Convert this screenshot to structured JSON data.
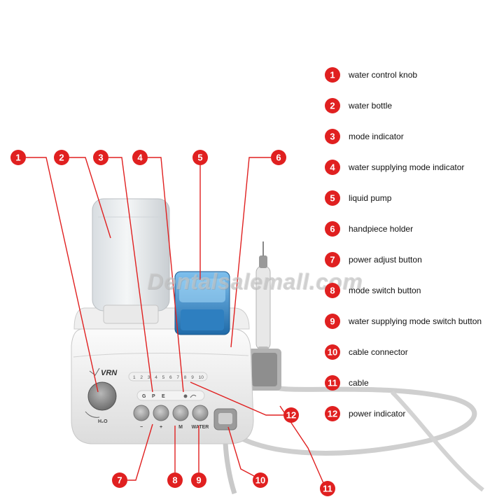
{
  "legend": {
    "items": [
      {
        "number": "1",
        "label": "water control knob"
      },
      {
        "number": "2",
        "label": "water bottle"
      },
      {
        "number": "3",
        "label": "mode indicator"
      },
      {
        "number": "4",
        "label": "water supplying mode indicator"
      },
      {
        "number": "5",
        "label": "liquid pump"
      },
      {
        "number": "6",
        "label": "handpiece holder"
      },
      {
        "number": "7",
        "label": "power adjust button"
      },
      {
        "number": "8",
        "label": "mode switch button"
      },
      {
        "number": "9",
        "label": "water supplying mode switch button"
      },
      {
        "number": "10",
        "label": "cable connector"
      },
      {
        "number": "11",
        "label": "cable"
      },
      {
        "number": "12",
        "label": "power indicator"
      }
    ]
  },
  "device": {
    "brand": "VRN",
    "knob_label": "H₂O",
    "power_scale": [
      "1",
      "2",
      "3",
      "4",
      "5",
      "6",
      "7",
      "8",
      "9",
      "10"
    ],
    "mode_letters": [
      "G",
      "P",
      "E"
    ],
    "button_labels": [
      "−",
      "+",
      "M",
      "WATER"
    ]
  },
  "watermark": "Dentalsalemall.com",
  "colors": {
    "badge": "#e02020",
    "leader": "#e02020",
    "device_body": "#f4f4f4",
    "pump_blue": "#3a8fd1"
  }
}
